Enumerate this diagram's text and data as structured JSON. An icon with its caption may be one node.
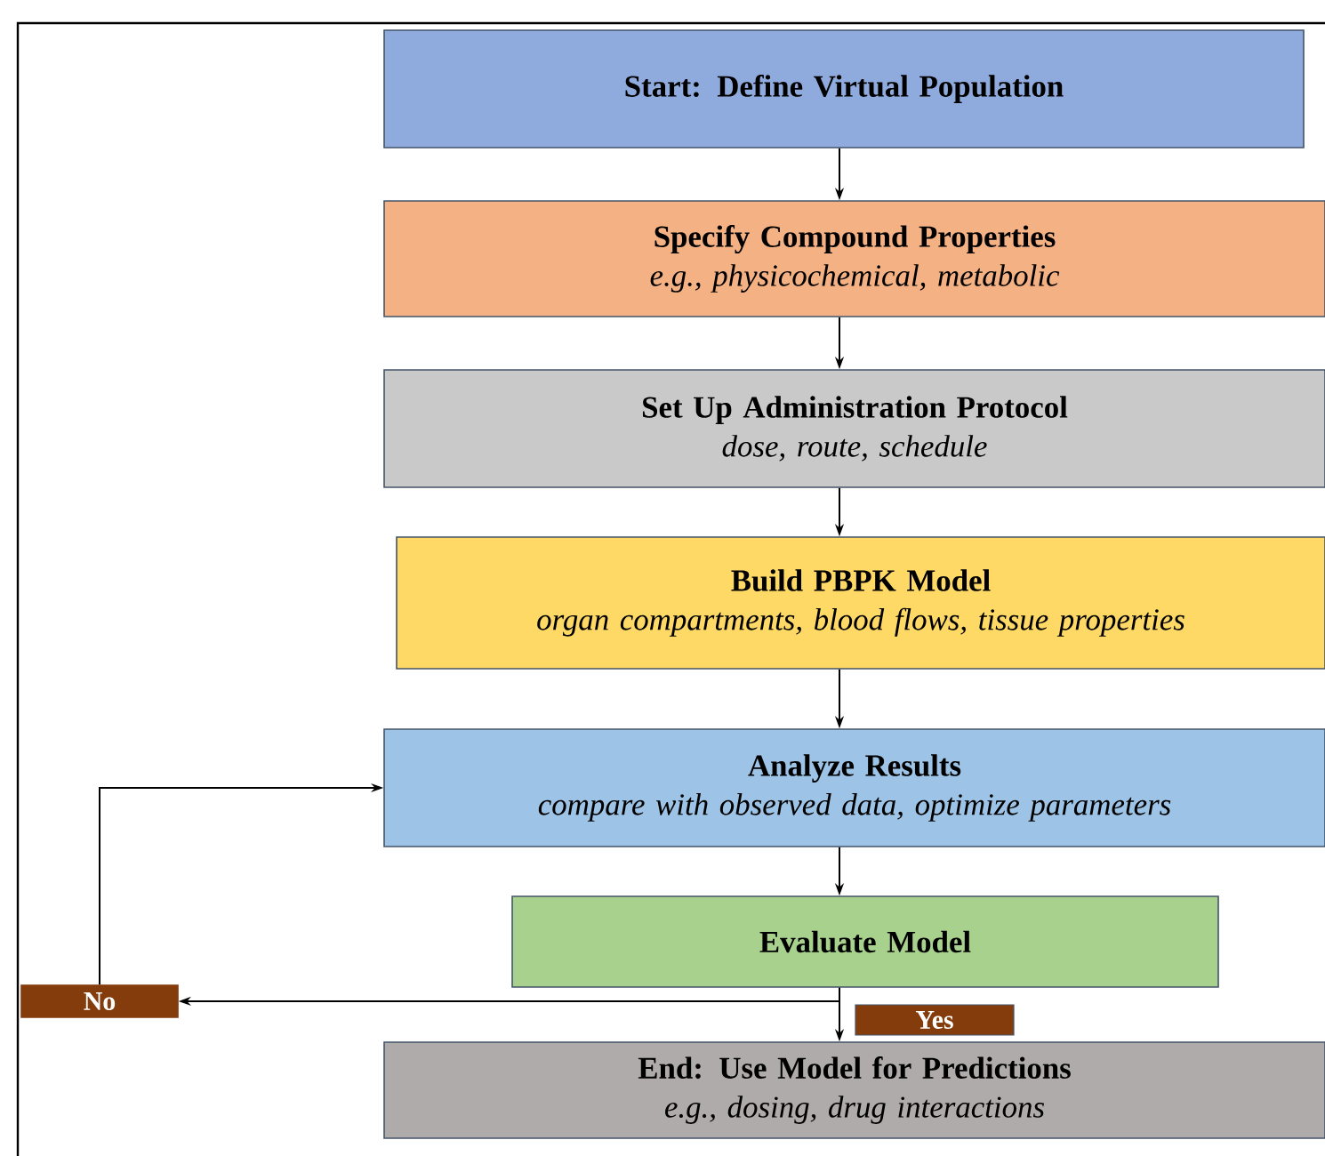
{
  "diagram": {
    "nodes": [
      {
        "text": [
          "Start: Define Virtual Population"
        ]
      },
      {
        "text": [
          "Specify Compound Properties",
          "e.g., physicochemical, metabolic"
        ]
      },
      {
        "text": [
          "Set Up Administration Protocol",
          "dose, route, schedule"
        ]
      },
      {
        "text": [
          "Build PBPK Model",
          "organ compartments, blood flows, tissue properties"
        ]
      },
      {
        "text": [
          "Analyze Results",
          "compare with observed data, optimize parameters"
        ]
      },
      {
        "text": [
          "Evaluate Model"
        ]
      },
      {
        "text": [
          "End: Use Model for Predictions",
          "e.g., dosing, drug interactions"
        ]
      },
      {
        "text": [
          "No"
        ]
      }
    ],
    "edges": [
      {
        "from": 0,
        "to": 1,
        "arrow": "to"
      },
      {
        "from": 1,
        "to": 2,
        "arrow": "to"
      },
      {
        "from": 2,
        "to": 3,
        "arrow": "to"
      },
      {
        "from": 3,
        "to": 4,
        "arrow": "to"
      },
      {
        "from": 4,
        "to": 5,
        "arrow": "to"
      },
      {
        "from": 5,
        "to": 6,
        "arrow": "to",
        "label": "Yes"
      },
      {
        "from": 5,
        "to": 7,
        "arrow": "to"
      },
      {
        "from": 7,
        "to": 4,
        "arrow": "to"
      }
    ]
  }
}
